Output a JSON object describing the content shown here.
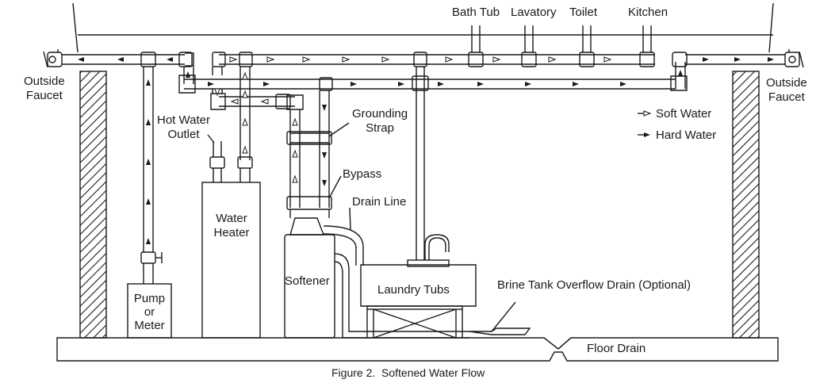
{
  "labels": {
    "outside_faucet_left": "Outside\nFaucet",
    "outside_faucet_right": "Outside\nFaucet",
    "bath_tub": "Bath Tub",
    "lavatory": "Lavatory",
    "toilet": "Toilet",
    "kitchen": "Kitchen",
    "hot_water_outlet": "Hot Water\nOutlet",
    "grounding_strap": "Grounding\nStrap",
    "bypass": "Bypass",
    "drain_line": "Drain Line",
    "water_heater": "Water\nHeater",
    "softener": "Softener",
    "laundry_tubs": "Laundry Tubs",
    "brine_overflow": "Brine Tank Overflow Drain (Optional)",
    "pump_or_meter": "Pump\nor\nMeter",
    "floor_drain": "Floor Drain"
  },
  "legend": {
    "soft_water": "Soft Water",
    "hard_water": "Hard Water",
    "soft_icon": "hollow-arrow-icon",
    "hard_icon": "solid-arrow-icon"
  },
  "caption": "Figure 2.  Softened Water Flow",
  "colors": {
    "line": "#1a1a1a",
    "background": "#ffffff"
  }
}
